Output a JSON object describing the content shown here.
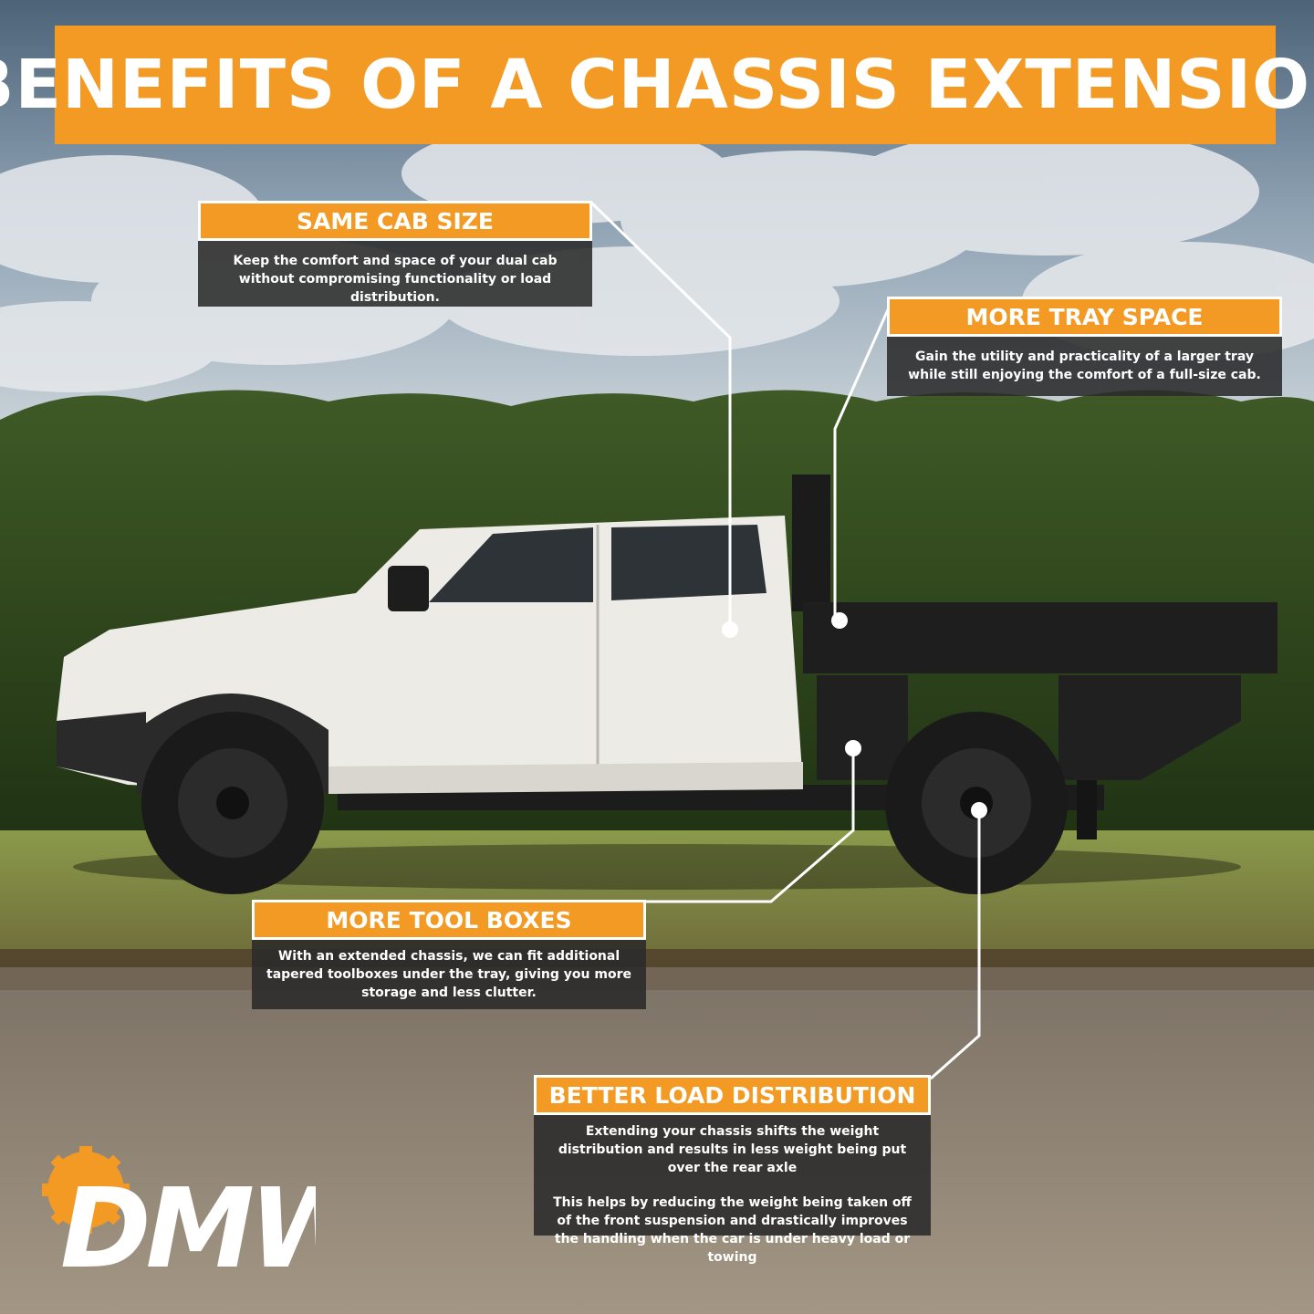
{
  "title": "BENEFITS OF A CHASSIS EXTENSION",
  "callouts": {
    "same_cab_size": {
      "heading": "SAME CAB SIZE",
      "text": "Keep the comfort and space of your dual cab without compromising functionality or load distribution."
    },
    "more_tray_space": {
      "heading": "MORE TRAY SPACE",
      "text": "Gain the utility and practicality of a larger tray while still enjoying the comfort of a full-size cab."
    },
    "more_tool_boxes": {
      "heading": "MORE TOOL BOXES",
      "text": "With an extended chassis, we can fit additional tapered toolboxes under the tray, giving you more storage and less clutter."
    },
    "better_load_distribution": {
      "heading": "BETTER LOAD DISTRIBUTION",
      "text1": "Extending your chassis shifts the weight distribution and results in less weight being put over the rear axle",
      "text2": "This helps by reducing the weight being taken off of the front suspension and drastically improves the handling when the car is under heavy load or towing"
    }
  },
  "logo": "DMW",
  "colors": {
    "accent": "#f39a24",
    "panel": "#2a2a2a",
    "text": "#ffffff"
  }
}
